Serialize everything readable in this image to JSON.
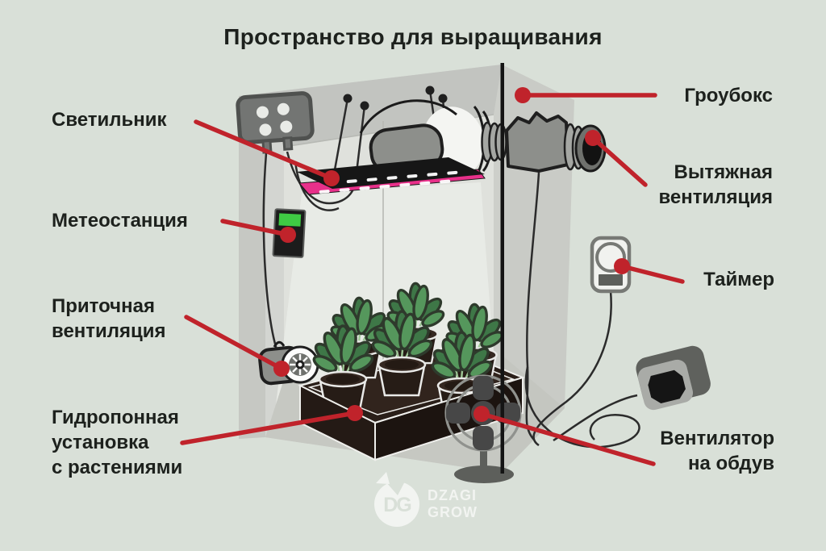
{
  "title": "Пространство для выращивания",
  "callouts": {
    "lamp": {
      "label": "Светильник"
    },
    "weather_station": {
      "label": "Метеостанция"
    },
    "intake_vent": {
      "line1": "Приточная",
      "line2": "вентиляция"
    },
    "hydroponics": {
      "line1": "Гидропонная",
      "line2": "установка",
      "line3": "с растениями"
    },
    "growbox": {
      "label": "Гроубокс"
    },
    "exhaust_vent": {
      "line1": "Вытяжная",
      "line2": "вентиляция"
    },
    "timer": {
      "label": "Таймер"
    },
    "blow_fan": {
      "line1": "Вентилятор",
      "line2": "на обдув"
    }
  },
  "logo": {
    "monogram": "DG",
    "name_top": "DZAGI",
    "name_bottom": "GROW"
  },
  "colors": {
    "bg": "#d9e0d8",
    "accent": "#c0232b",
    "text": "#1d211d",
    "led_pink": "#e8308a",
    "screen_green": "#3fca44",
    "plant_green": "#55975c",
    "logo_white": "#f2f4f1"
  }
}
